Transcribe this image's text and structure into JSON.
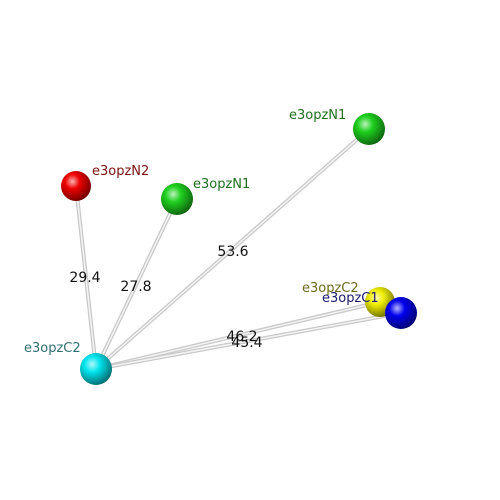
{
  "atoms": [
    {
      "id": "c2_cyan",
      "label": "e3opzC2",
      "color": "#00e5ee",
      "label_color": "#2f6f6f"
    },
    {
      "id": "n2_red",
      "label": "e3opzN2",
      "color": "#ee0000",
      "label_color": "#7a1010"
    },
    {
      "id": "n1_near",
      "label": "e3opzN1",
      "color": "#1fd11f",
      "label_color": "#1e6e1e"
    },
    {
      "id": "n1_far",
      "label": "e3opzN1",
      "color": "#1fd11f",
      "label_color": "#1e6e1e"
    },
    {
      "id": "c2_yellow",
      "label": "e3opzC2",
      "color": "#eeee00",
      "label_color": "#6b6b20"
    },
    {
      "id": "c1_blue",
      "label": "e3opzC1",
      "color": "#0000ee",
      "label_color": "#1a1a70"
    }
  ],
  "bonds": [
    {
      "from": "c2_cyan",
      "to": "n2_red",
      "label": "29.4"
    },
    {
      "from": "c2_cyan",
      "to": "n1_near",
      "label": "27.8"
    },
    {
      "from": "c2_cyan",
      "to": "n1_far",
      "label": "53.6"
    },
    {
      "from": "c2_cyan",
      "to": "c2_yellow",
      "label": "46.2"
    },
    {
      "from": "c2_cyan",
      "to": "c1_blue",
      "label": "45.4"
    }
  ]
}
